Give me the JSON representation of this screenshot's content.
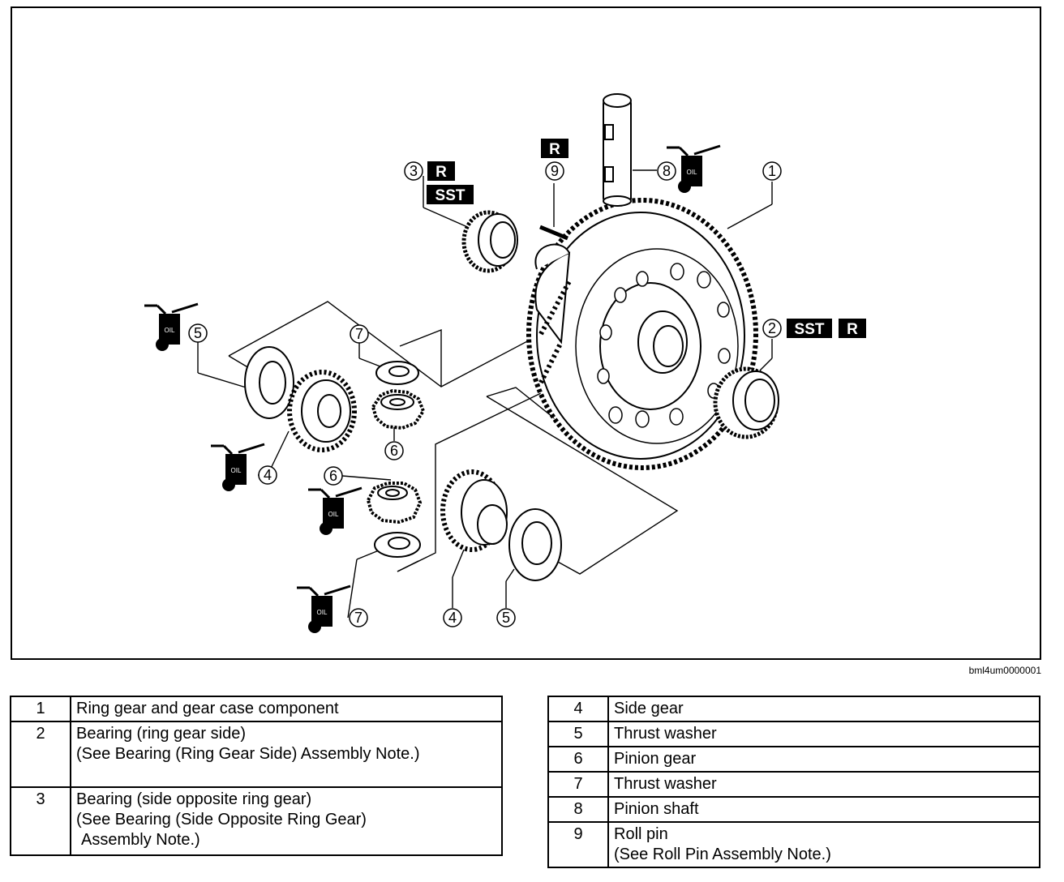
{
  "figure": {
    "id": "bml4um0000001",
    "badges": {
      "r": "R",
      "sst": "SST",
      "oil": "OIL"
    },
    "callouts": [
      "1",
      "2",
      "3",
      "4",
      "5",
      "6",
      "7",
      "8",
      "9"
    ]
  },
  "legend_left": [
    {
      "num": "1",
      "lines": [
        "Ring gear and gear case component"
      ]
    },
    {
      "num": "2",
      "lines": [
        "Bearing (ring gear side)",
        "(See Bearing (Ring Gear Side) Assembly Note.)"
      ]
    },
    {
      "num": "3",
      "lines": [
        "Bearing (side opposite ring gear)",
        "(See Bearing (Side Opposite Ring Gear)",
        "Assembly Note.)"
      ]
    }
  ],
  "legend_right": [
    {
      "num": "4",
      "lines": [
        "Side gear"
      ]
    },
    {
      "num": "5",
      "lines": [
        "Thrust washer"
      ]
    },
    {
      "num": "6",
      "lines": [
        "Pinion gear"
      ]
    },
    {
      "num": "7",
      "lines": [
        "Thrust washer"
      ]
    },
    {
      "num": "8",
      "lines": [
        "Pinion shaft"
      ]
    },
    {
      "num": "9",
      "lines": [
        "Roll pin",
        "(See Roll Pin Assembly Note.)"
      ]
    }
  ]
}
